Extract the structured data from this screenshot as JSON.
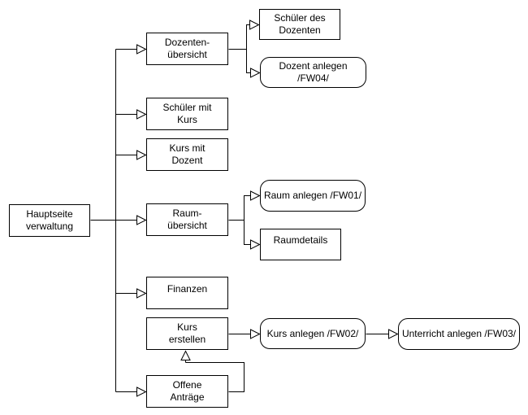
{
  "diagram": {
    "background_color": "#ffffff",
    "node_fill_color": "#ffffff",
    "node_stroke_color": "#000000",
    "text_color": "#000000",
    "arrowhead_style": "open-triangle",
    "nodes": {
      "hauptseite": {
        "label": "Hauptseite\nverwaltung",
        "shape": "rectangle"
      },
      "dozentenuebersicht": {
        "label": "Dozenten-\nübersicht",
        "shape": "rectangle"
      },
      "schueler_mit_kurs": {
        "label": "Schüler mit\nKurs",
        "shape": "rectangle"
      },
      "kurs_mit_dozent": {
        "label": "Kurs mit\nDozent",
        "shape": "rectangle"
      },
      "raumuebersicht": {
        "label": "Raum-\nübersicht",
        "shape": "rectangle"
      },
      "finanzen": {
        "label": "Finanzen",
        "shape": "rectangle"
      },
      "kurs_erstellen": {
        "label": "Kurs\nerstellen",
        "shape": "rectangle"
      },
      "offene_antraege": {
        "label": "Offene\nAnträge",
        "shape": "rectangle"
      },
      "schueler_des_dozenten": {
        "label": "Schüler des\nDozenten",
        "shape": "rectangle"
      },
      "dozent_anlegen": {
        "label": "Dozent anlegen /FW04/",
        "shape": "rounded"
      },
      "raum_anlegen": {
        "label": "Raum anlegen /FW01/",
        "shape": "rounded"
      },
      "raumdetails": {
        "label": "Raumdetails",
        "shape": "rectangle"
      },
      "kurs_anlegen": {
        "label": "Kurs anlegen /FW02/",
        "shape": "rounded"
      },
      "unterricht_anlegen": {
        "label": "Unterricht anlegen /FW03/",
        "shape": "rounded"
      }
    },
    "edges": [
      {
        "from": "hauptseite",
        "to": "dozentenuebersicht"
      },
      {
        "from": "hauptseite",
        "to": "schueler_mit_kurs"
      },
      {
        "from": "hauptseite",
        "to": "kurs_mit_dozent"
      },
      {
        "from": "hauptseite",
        "to": "raumuebersicht"
      },
      {
        "from": "hauptseite",
        "to": "finanzen"
      },
      {
        "from": "hauptseite",
        "to": "offene_antraege"
      },
      {
        "from": "dozentenuebersicht",
        "to": "schueler_des_dozenten"
      },
      {
        "from": "dozentenuebersicht",
        "to": "dozent_anlegen"
      },
      {
        "from": "raumuebersicht",
        "to": "raum_anlegen"
      },
      {
        "from": "raumuebersicht",
        "to": "raumdetails"
      },
      {
        "from": "kurs_erstellen",
        "to": "kurs_anlegen"
      },
      {
        "from": "kurs_anlegen",
        "to": "unterricht_anlegen"
      },
      {
        "from": "offene_antraege",
        "to": "kurs_erstellen"
      }
    ]
  }
}
